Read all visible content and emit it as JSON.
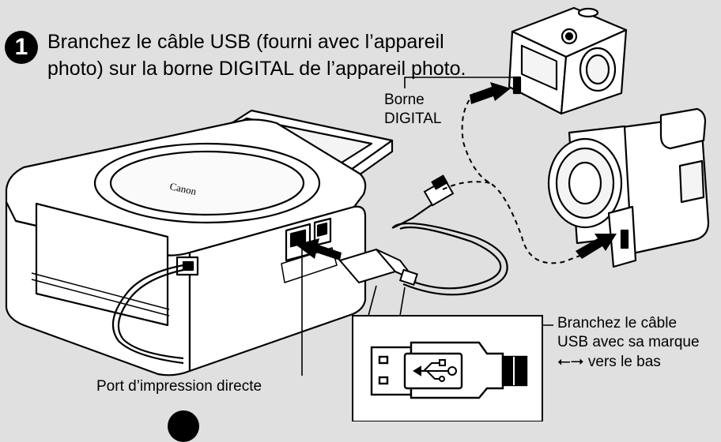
{
  "step": {
    "number": "1",
    "line1": "Branchez le câble USB (fourni avec l’appareil",
    "line2": "photo) sur la borne DIGITAL de l’appareil photo."
  },
  "labels": {
    "borne_line1": "Borne",
    "borne_line2": "DIGITAL",
    "port": "Port d’impression directe",
    "usb_line1": "Branchez le câble",
    "usb_line2": "USB avec sa marque",
    "usb_symbol": "⭠⭢",
    "usb_line3": "vers le bas"
  },
  "printer_brand": "Canon",
  "colors": {
    "background": "#e0e0e0",
    "device_fill": "#ffffff",
    "outline": "#000000"
  },
  "icons": [
    "printer",
    "digital-camera",
    "video-camcorder",
    "usb-cable",
    "usb-plug-detail",
    "usb-symbol-icon"
  ]
}
